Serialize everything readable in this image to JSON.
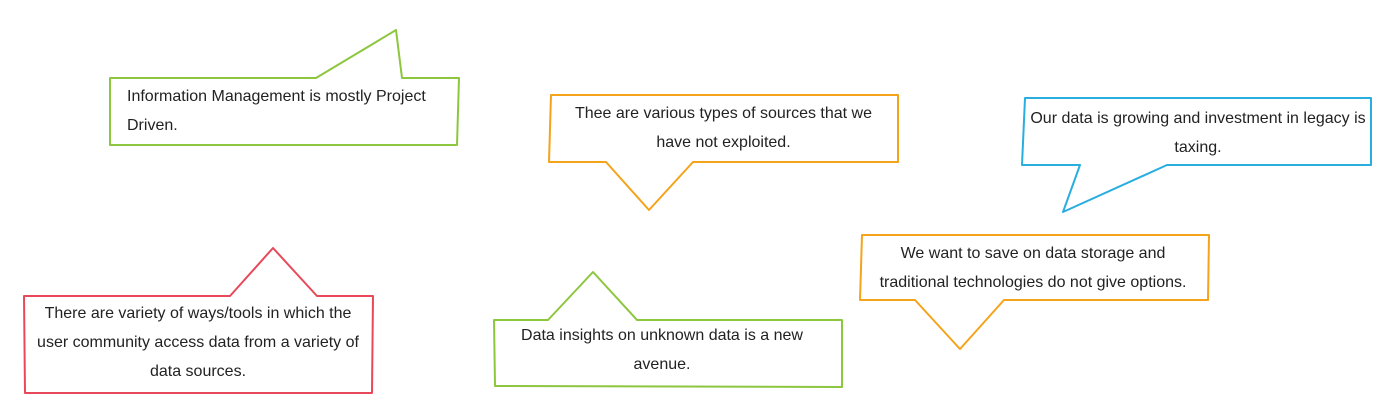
{
  "colors": {
    "green": "#8dc63f",
    "orange": "#f5a31a",
    "blue": "#29aee0",
    "red": "#e8495a",
    "text": "#222222"
  },
  "callouts": [
    {
      "id": "project-driven",
      "color": "green",
      "text": "Information Management is mostly Project Driven."
    },
    {
      "id": "sources",
      "color": "orange",
      "text": "Thee are various types of sources that we have not exploited."
    },
    {
      "id": "legacy",
      "color": "blue",
      "text": "Our data is growing and investment in legacy is taxing."
    },
    {
      "id": "storage",
      "color": "orange",
      "text": "We want to save on data storage and traditional technologies do not give options."
    },
    {
      "id": "tools",
      "color": "red",
      "text": "There are variety of ways/tools in which the user community access data from a variety of data sources."
    },
    {
      "id": "insights",
      "color": "green",
      "text": "Data insights on unknown data is a new avenue."
    }
  ]
}
